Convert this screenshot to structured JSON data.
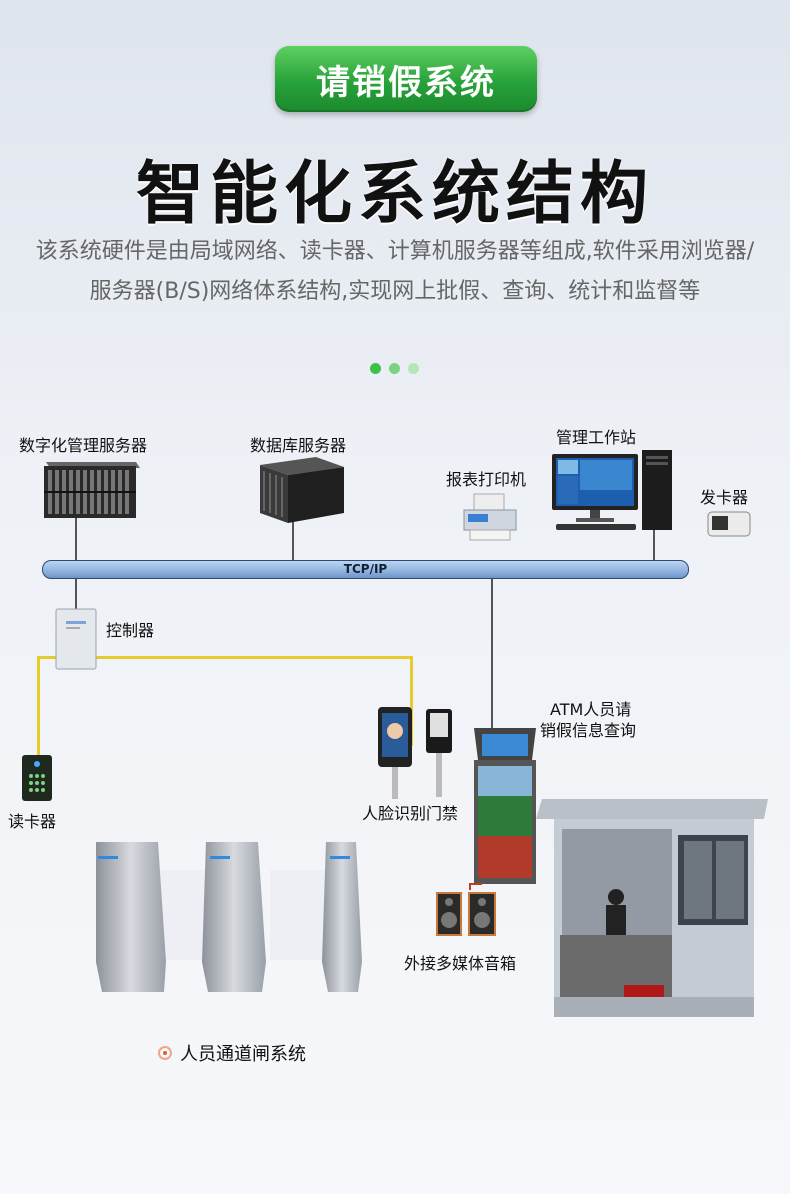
{
  "header": {
    "badge": "请销假系统",
    "title": "智能化系统结构",
    "description": "该系统硬件是由局域网络、读卡器、计算机服务器等组成,软件采用浏览器/服务器(B/S)网络体系结构,实现网上批假、查询、统计和监督等"
  },
  "colors": {
    "badge_green": "#2aa53c",
    "dot_1": "#3cc04a",
    "dot_2": "#7ad47f",
    "dot_3": "#b6e6b8",
    "signal_line": "#e6cc2a"
  },
  "diagram": {
    "network_label": "TCP/IP",
    "nodes": {
      "digital_server": "数字化管理服务器",
      "database_server": "数据库服务器",
      "workstation": "管理工作站",
      "printer": "报表打印机",
      "card_issuer": "发卡器",
      "controller": "控制器",
      "card_reader": "读卡器",
      "face_gate": "人脸识别门禁",
      "atm_line1": "ATM人员请",
      "atm_line2": "销假信息查询",
      "speaker": "外接多媒体音箱",
      "turnstile": "人员通道闸系统"
    }
  }
}
